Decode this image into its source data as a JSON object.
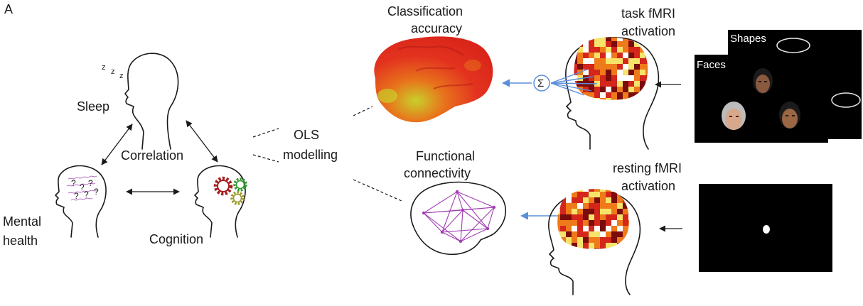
{
  "panel_label": "A",
  "nodes": {
    "sleep": "Sleep",
    "correlation": "Correlation",
    "mental_health_line1": "Mental",
    "mental_health_line2": "health",
    "cognition": "Cognition",
    "ols_line1": "OLS",
    "ols_line2": "modelling",
    "classification_line1": "Classification",
    "classification_line2": "accuracy",
    "functional_line1": "Functional",
    "functional_line2": "connectivity",
    "task_line1": "task fMRI",
    "task_line2": "activation",
    "resting_line1": "resting fMRI",
    "resting_line2": "activation"
  },
  "stimuli": {
    "faces": "Faces",
    "shapes": "Shapes"
  },
  "sigma_symbol": "Σ",
  "sleep_zs": [
    "z",
    "z",
    "z"
  ],
  "colors": {
    "heatmap_dark": "#7a0c0c",
    "heatmap_red": "#d4261b",
    "heatmap_orange": "#ef7a1a",
    "heatmap_yellow": "#f5e36a",
    "connectivity": "#a23fb4",
    "arrow_blue": "#5b8fd9",
    "gear_red": "#a51e1e",
    "gear_green": "#2f9a2f",
    "gear_olive": "#9c9a2a",
    "cortex_red": "#e3331f",
    "cortex_yellow": "#c9cf2a"
  }
}
